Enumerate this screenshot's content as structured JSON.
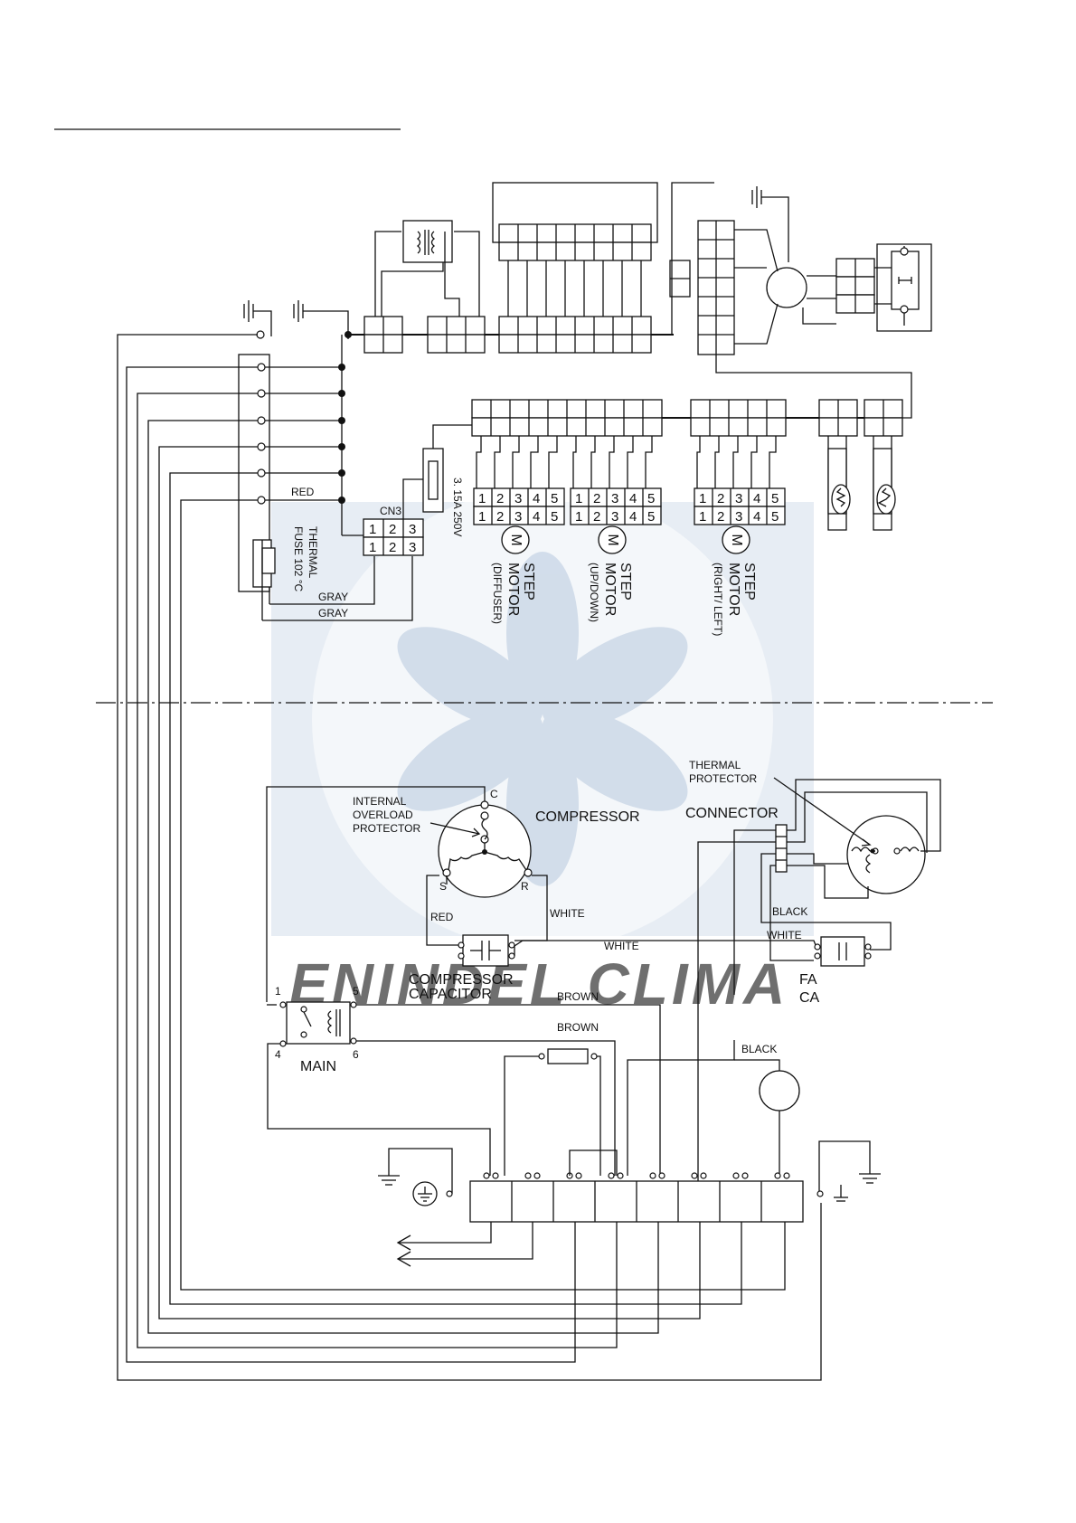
{
  "labels": {
    "red": "RED",
    "thermal_fuse_1": "THERMAL",
    "thermal_fuse_2": "FUSE 102 °C",
    "gray_1": "GRAY",
    "gray_2": "GRAY",
    "cn3": "CN3",
    "fuse_rating": "3. 15A 250V",
    "step_motor": "STEP",
    "motor": "MOTOR",
    "diffuser": "(DIFFUSER)",
    "up_down": "(UP/DOWN)",
    "right_left": "(RIGHT/ LEFT)",
    "thermal_protector_1": "THERMAL",
    "thermal_protector_2": "PROTECTOR",
    "connector": "CONNECTOR",
    "internal_1": "INTERNAL",
    "internal_2": "OVERLOAD",
    "internal_3": "PROTECTOR",
    "compressor": "COMPRESSOR",
    "term_c": "C",
    "term_s": "S",
    "term_r": "R",
    "white_1": "WHITE",
    "red_2": "RED",
    "white_2": "WHITE",
    "black_1": "BLACK",
    "white_3": "WHITE",
    "comp_cap_1": "COMPRESSOR",
    "comp_cap_2": "CAPACITOR",
    "fa": "FA",
    "ca": "CA",
    "brown_1": "BROWN",
    "brown_2": "BROWN",
    "black_2": "BLACK",
    "relay_1": "1",
    "relay_5": "5",
    "relay_4": "4",
    "relay_6": "6",
    "main": "MAIN",
    "motor_m": "M",
    "pin_numbers": [
      "1",
      "2",
      "3",
      "4",
      "5"
    ],
    "cn3_pins": [
      "1",
      "2",
      "3"
    ],
    "watermark": "ENINDEL CLIMA"
  },
  "colors": {
    "line": "#111111",
    "watermark": "#c9d6e6"
  }
}
